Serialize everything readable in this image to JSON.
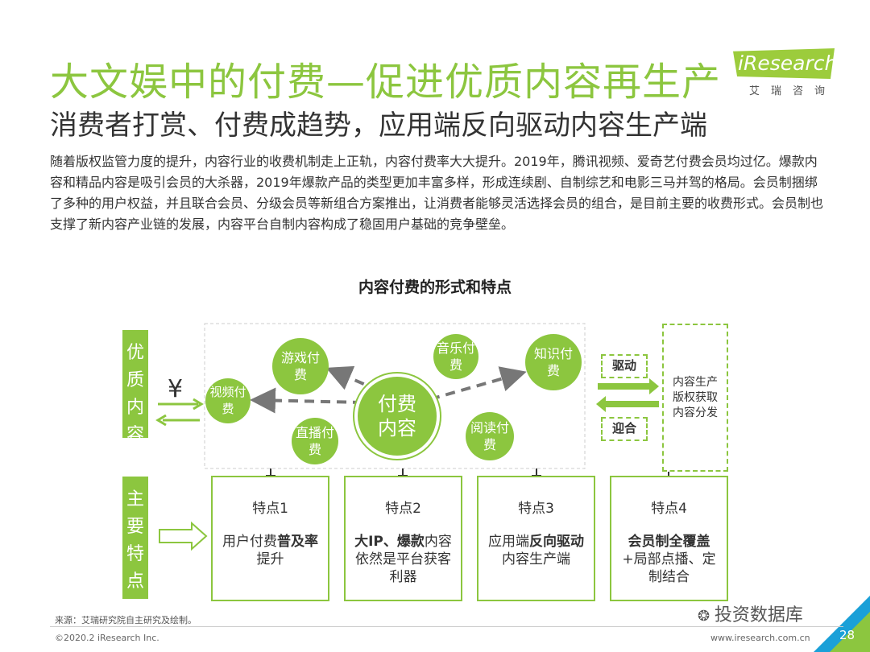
{
  "header": {
    "title": "大文娱中的付费—促进优质内容再生产",
    "subtitle": "消费者打赏、付费成趋势，应用端反向驱动内容生产端",
    "logo_name": "iResearch",
    "logo_cn": "艾瑞咨询"
  },
  "body_text": "随着版权监管力度的提升，内容行业的收费机制走上正轨，内容付费率大大提升。2019年，腾讯视频、爱奇艺付费会员均过亿。爆款内容和精品内容是吸引会员的大杀器，2019年爆款产品的类型更加丰富多样，形成连续剧、自制综艺和电影三马并驾的格局。会员制捆绑了多种的用户权益，并且联合会员、分级会员等新组合方案推出，让消费者能够灵活选择会员的组合，是目前主要的收费形式。会员制也支撑了新内容产业链的发展，内容平台自制内容构成了稳固用户基础的竞争壁垒。",
  "diagram": {
    "title": "内容付费的形式和特点",
    "left_top_label": "优质内容",
    "left_bottom_label": "主要特点",
    "currency_symbol": "¥",
    "center": "付费内容",
    "circles": {
      "video": "视频付费",
      "game": "游戏付费",
      "live": "直播付费",
      "music": "音乐付费",
      "knowledge": "知识付费",
      "reading": "阅读付费"
    },
    "drive_label": "驱动",
    "cater_label": "迎合",
    "right_box": "内容生产\n版权获取\n内容分发",
    "features": [
      {
        "title": "特点1",
        "pre": "用户付费",
        "bold": "普及率",
        "post": "提升"
      },
      {
        "title": "特点2",
        "pre": "",
        "bold": "大IP、爆款",
        "post": "内容依然是平台获客利器"
      },
      {
        "title": "特点3",
        "pre": "应用端",
        "bold": "反向驱动",
        "post": "内容生产端"
      },
      {
        "title": "特点4",
        "pre": "",
        "bold": "会员制全覆盖",
        "post": "+局部点播、定制结合"
      }
    ]
  },
  "footer": {
    "source": "来源：艾瑞研究院自主研究及绘制。",
    "copyright": "©2020.2 iResearch Inc.",
    "site": "www.iresearch.com.cn",
    "wechat": "投资数据库",
    "page": "28"
  },
  "colors": {
    "accent": "#8cc63f",
    "arrow_gray": "#777777"
  }
}
